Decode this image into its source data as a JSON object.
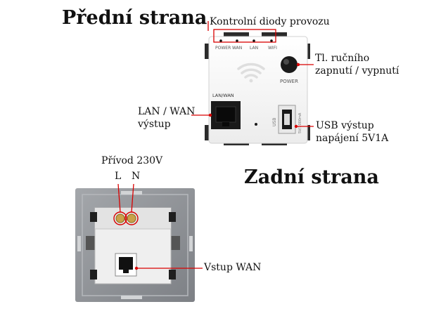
{
  "headings": {
    "front": "Přední strana",
    "back": "Zadní strana"
  },
  "labels": {
    "leds": "Kontrolní diody provozu",
    "power_button_line1": "Tl. ručního",
    "power_button_line2": "zapnutí / vypnutí",
    "lan_wan_line1": "LAN / WAN",
    "lan_wan_line2": "výstup",
    "usb_line1": "USB výstup",
    "usb_line2": "napájení 5V1A",
    "mains": "Přívod 230V",
    "live": "L",
    "neutral": "N",
    "wan_input": "Vstup WAN"
  },
  "device": {
    "led_labels": [
      "POWER",
      "WAN",
      "LAN",
      "WIFI"
    ],
    "power_button_text": "POWER",
    "port_label": "LAN/WAN",
    "usb_vertical_text": "USB",
    "usb_rating_text": "5V/1000mA"
  },
  "colors": {
    "callout": "#d90000",
    "text": "#111111",
    "frame": "#8f9296",
    "panel": "#f4f4f4"
  },
  "icons": [
    "wifi-icon",
    "power-button-icon",
    "ethernet-port-icon",
    "usb-port-icon"
  ]
}
